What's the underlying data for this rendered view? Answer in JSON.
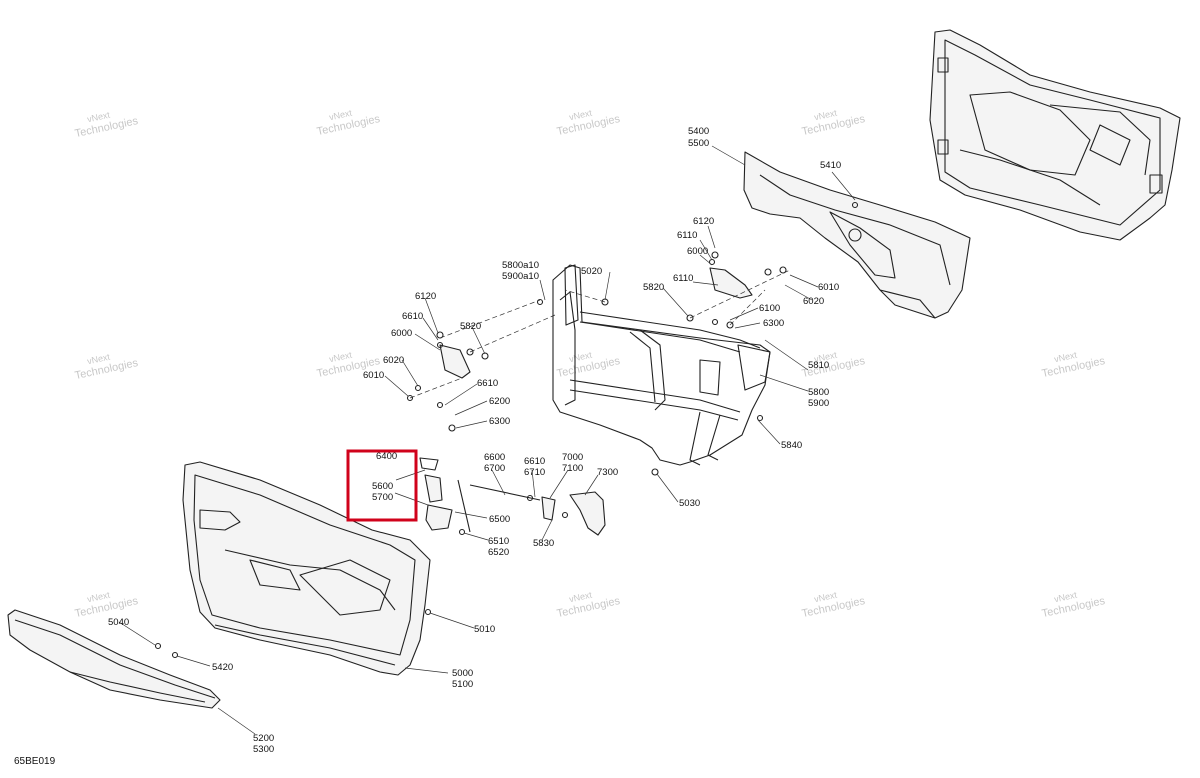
{
  "diagram": {
    "doc_id": "65BE019",
    "watermark_line1": "vNext",
    "watermark_line2": "Technologies",
    "highlight_color": "#d0021b",
    "callouts": {
      "c5400": "5400",
      "c5500": "5500",
      "c5410": "5410",
      "c6120a": "6120",
      "c6110a": "6110",
      "c6000a": "6000",
      "c6110b": "6110",
      "c6010a": "6010",
      "c6020a": "6020",
      "c6100a": "6100",
      "c6300a": "6300",
      "c5800a10": "5800a10",
      "c5900a10": "5900a10",
      "c5020": "5020",
      "c5820a": "5820",
      "c6120b": "6120",
      "c6610a": "6610",
      "c6000b": "6000",
      "c5820b": "5820",
      "c6020b": "6020",
      "c6010b": "6010",
      "c6610b": "6610",
      "c6200": "6200",
      "c6300b": "6300",
      "c5800": "5800",
      "c5900": "5900",
      "c5810": "5810",
      "c5840": "5840",
      "c6400": "6400",
      "c5600": "5600",
      "c5700": "5700",
      "c6600": "6600",
      "c6700": "6700",
      "c6610c": "6610",
      "c6710": "6710",
      "c7000": "7000",
      "c7100": "7100",
      "c7300": "7300",
      "c6500": "6500",
      "c6510": "6510",
      "c6520": "6520",
      "c5830": "5830",
      "c5030": "5030",
      "c5010": "5010",
      "c5040": "5040",
      "c5420": "5420",
      "c5000": "5000",
      "c5100": "5100",
      "c5200": "5200",
      "c5300": "5300"
    }
  }
}
